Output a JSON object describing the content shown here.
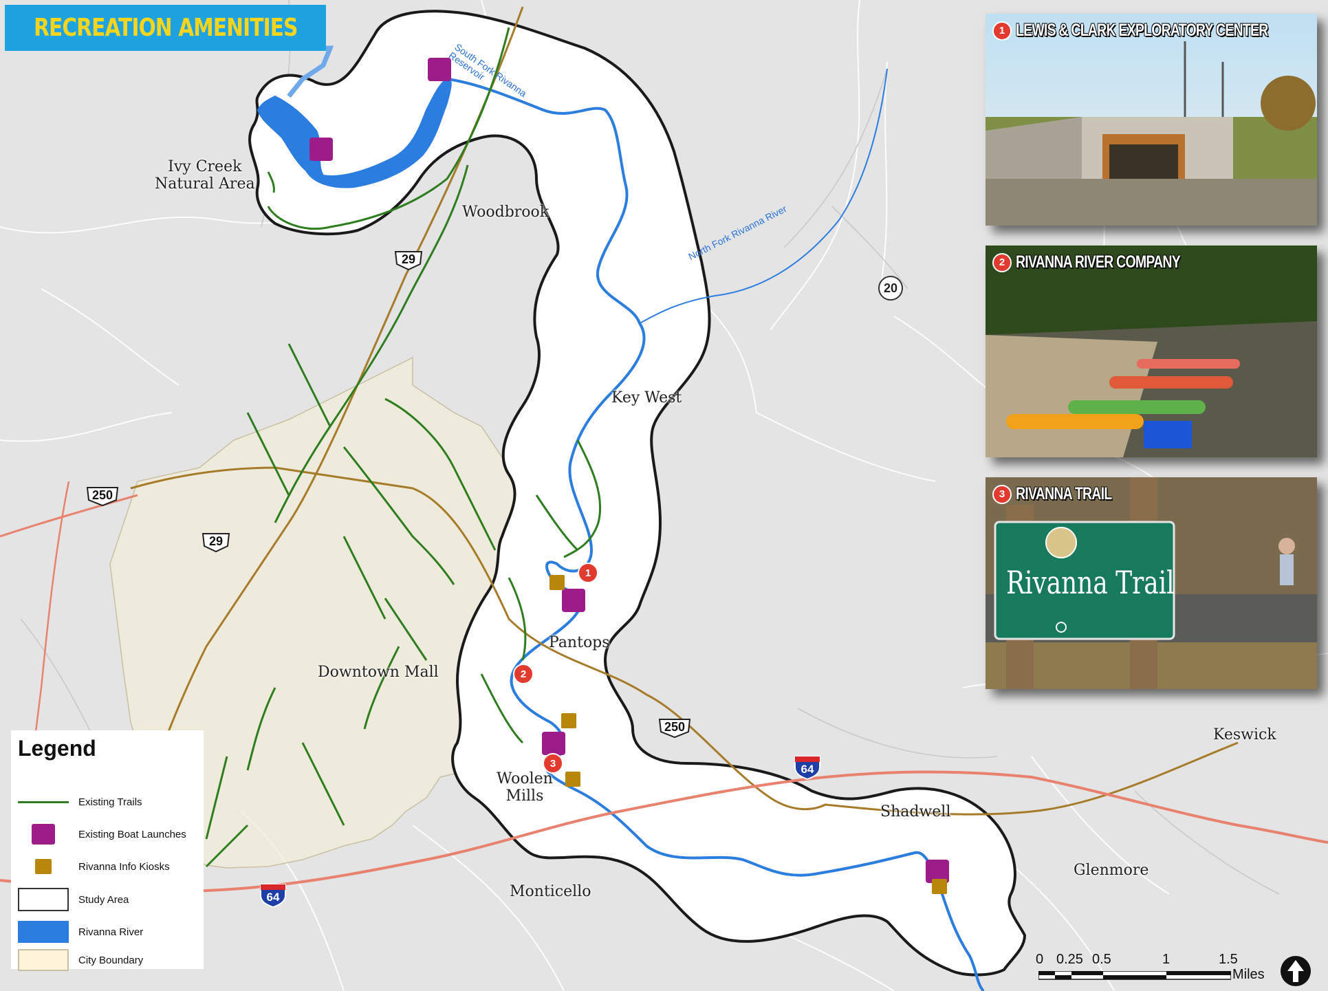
{
  "title": "RECREATION AMENITIES",
  "colors": {
    "background": "#e4e4e4",
    "city_fill": "#f3edd9",
    "study_area_fill": "#ffffff",
    "study_area_outline": "#111111",
    "river": "#2b7de0",
    "trail": "#2e7d1f",
    "interstate": "#e8826f",
    "highway": "#a67c2a",
    "title_bg": "#1fa3e0",
    "title_text": "#f7d51f",
    "boat_icon": "#9c1d8a",
    "kiosk_icon": "#b8860b",
    "badge": "#e33a30"
  },
  "places": {
    "ivy_creek": "Ivy Creek\nNatural Area",
    "woodbrook": "Woodbrook",
    "key_west": "Key West",
    "pantops": "Pantops",
    "downtown_mall": "Downtown Mall",
    "woolen_mills": "Woolen\nMills",
    "shadwell": "Shadwell",
    "glenmore": "Glenmore",
    "monticello": "Monticello",
    "keswick": "Keswick"
  },
  "river_labels": {
    "south_fork": "South Fork Rivanna\nReservoir",
    "north_fork": "North Fork Rivanna River"
  },
  "routes": {
    "us29_north": "29",
    "us29_south": "29",
    "us250_west": "250",
    "us250_east": "250",
    "va20": "20",
    "i64_east": "64",
    "i64_west": "64"
  },
  "markers": {
    "badge1": "1",
    "badge2": "2",
    "badge3": "3"
  },
  "photos": [
    {
      "num": "1",
      "title": "LEWIS & CLARK EXPLORATORY CENTER"
    },
    {
      "num": "2",
      "title": "RIVANNA RIVER COMPANY"
    },
    {
      "num": "3",
      "title": "RIVANNA TRAIL",
      "sign_text": "Rivanna Trail"
    }
  ],
  "legend": {
    "title": "Legend",
    "items": [
      {
        "label": "Existing Trails",
        "symbol": "trail-line"
      },
      {
        "label": "Existing Boat Launches",
        "symbol": "boat-launch-icon"
      },
      {
        "label": "Rivanna Info Kiosks",
        "symbol": "info-kiosk-icon"
      },
      {
        "label": "Study Area",
        "symbol": "study-area-box"
      },
      {
        "label": "Rivanna River",
        "symbol": "river-box"
      },
      {
        "label": "City Boundary",
        "symbol": "city-box"
      }
    ]
  },
  "scale_bar": {
    "labels": [
      "0",
      "0.25",
      "0.5",
      "1",
      "1.5"
    ],
    "unit": "Miles"
  },
  "north_arrow": "north-arrow-icon"
}
